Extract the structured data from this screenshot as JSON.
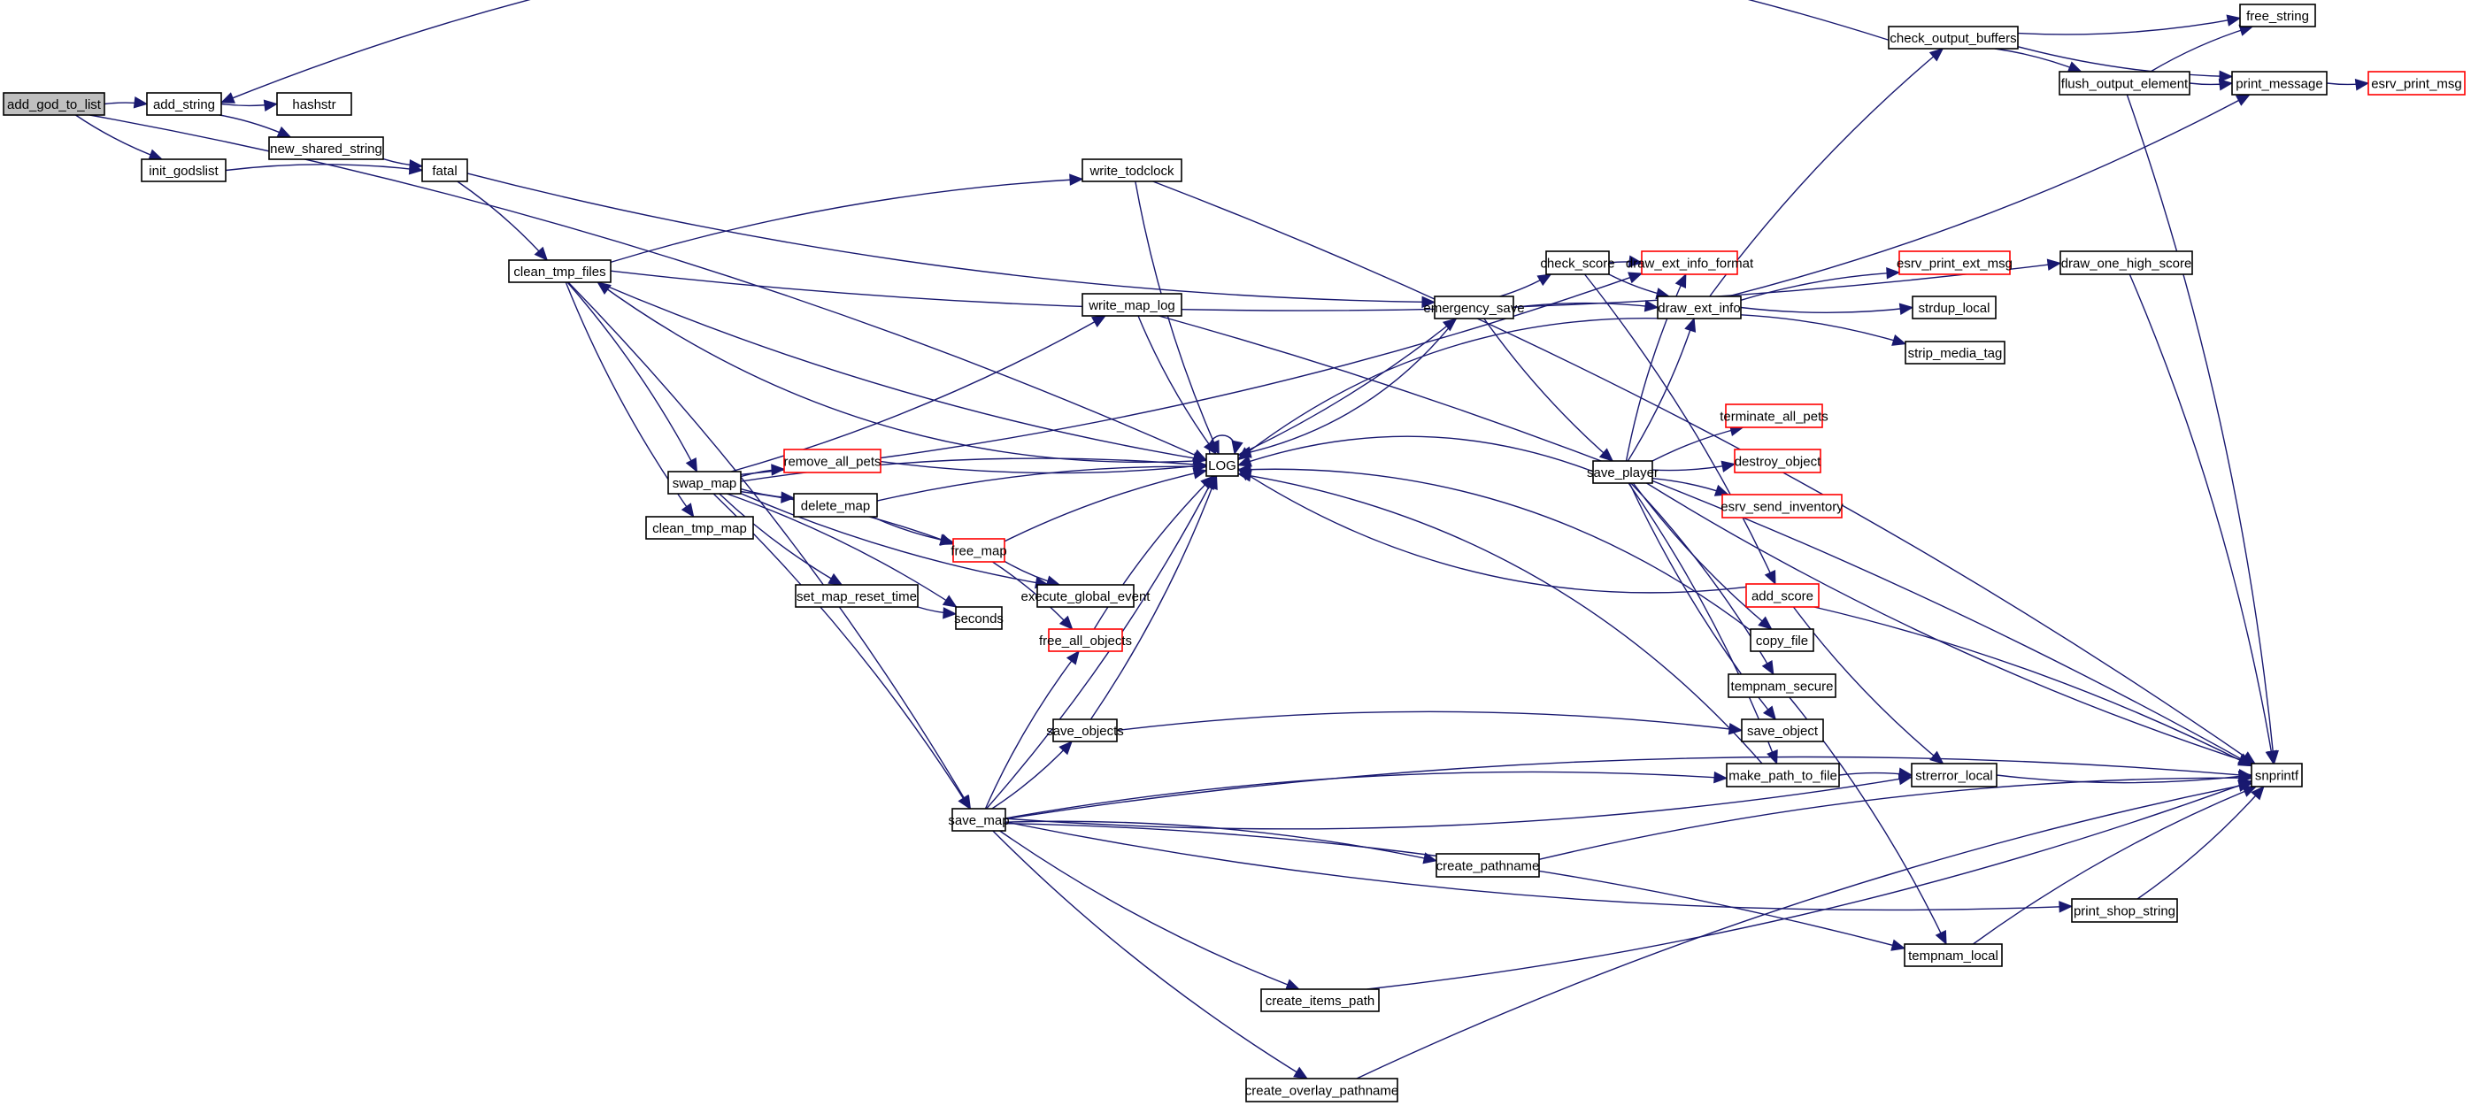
{
  "diagram": {
    "type": "call-graph",
    "root": "add_god_to_list",
    "colors": {
      "edge": "#191970",
      "node_border": "#000000",
      "truncated_border": "#ff0000",
      "root_fill": "#bfbfbf",
      "node_fill": "#ffffff"
    },
    "nodes": [
      {
        "id": "add_god_to_list",
        "label": "add_god_to_list",
        "kind": "root"
      },
      {
        "id": "add_string",
        "label": "add_string",
        "kind": "normal"
      },
      {
        "id": "hashstr",
        "label": "hashstr",
        "kind": "normal"
      },
      {
        "id": "new_shared_string",
        "label": "new_shared_string",
        "kind": "normal"
      },
      {
        "id": "init_godslist",
        "label": "init_godslist",
        "kind": "normal"
      },
      {
        "id": "fatal",
        "label": "fatal",
        "kind": "normal"
      },
      {
        "id": "clean_tmp_files",
        "label": "clean_tmp_files",
        "kind": "normal"
      },
      {
        "id": "swap_map",
        "label": "swap_map",
        "kind": "normal"
      },
      {
        "id": "clean_tmp_map",
        "label": "clean_tmp_map",
        "kind": "normal"
      },
      {
        "id": "write_todclock",
        "label": "write_todclock",
        "kind": "normal"
      },
      {
        "id": "write_map_log",
        "label": "write_map_log",
        "kind": "normal"
      },
      {
        "id": "LOG",
        "label": "LOG",
        "kind": "normal"
      },
      {
        "id": "remove_all_pets",
        "label": "remove_all_pets",
        "kind": "truncated"
      },
      {
        "id": "delete_map",
        "label": "delete_map",
        "kind": "normal"
      },
      {
        "id": "free_map",
        "label": "free_map",
        "kind": "truncated"
      },
      {
        "id": "set_map_reset_time",
        "label": "set_map_reset_time",
        "kind": "normal"
      },
      {
        "id": "seconds",
        "label": "seconds",
        "kind": "normal"
      },
      {
        "id": "execute_global_event",
        "label": "execute_global_event",
        "kind": "normal"
      },
      {
        "id": "free_all_objects",
        "label": "free_all_objects",
        "kind": "truncated"
      },
      {
        "id": "save_objects",
        "label": "save_objects",
        "kind": "normal"
      },
      {
        "id": "save_map",
        "label": "save_map",
        "kind": "normal"
      },
      {
        "id": "emergency_save",
        "label": "emergency_save",
        "kind": "normal"
      },
      {
        "id": "check_score",
        "label": "check_score",
        "kind": "normal"
      },
      {
        "id": "draw_ext_info_format",
        "label": "draw_ext_info_format",
        "kind": "truncated"
      },
      {
        "id": "draw_ext_info",
        "label": "draw_ext_info",
        "kind": "normal"
      },
      {
        "id": "save_player",
        "label": "save_player",
        "kind": "normal"
      },
      {
        "id": "esrv_print_ext_msg",
        "label": "esrv_print_ext_msg",
        "kind": "truncated"
      },
      {
        "id": "strdup_local",
        "label": "strdup_local",
        "kind": "normal"
      },
      {
        "id": "strip_media_tag",
        "label": "strip_media_tag",
        "kind": "normal"
      },
      {
        "id": "terminate_all_pets",
        "label": "terminate_all_pets",
        "kind": "truncated"
      },
      {
        "id": "destroy_object",
        "label": "destroy_object",
        "kind": "truncated"
      },
      {
        "id": "esrv_send_inventory",
        "label": "esrv_send_inventory",
        "kind": "truncated"
      },
      {
        "id": "add_score",
        "label": "add_score",
        "kind": "truncated"
      },
      {
        "id": "copy_file",
        "label": "copy_file",
        "kind": "normal"
      },
      {
        "id": "tempnam_secure",
        "label": "tempnam_secure",
        "kind": "normal"
      },
      {
        "id": "save_object",
        "label": "save_object",
        "kind": "normal"
      },
      {
        "id": "make_path_to_file",
        "label": "make_path_to_file",
        "kind": "normal"
      },
      {
        "id": "strerror_local",
        "label": "strerror_local",
        "kind": "normal"
      },
      {
        "id": "snprintf",
        "label": "snprintf",
        "kind": "normal"
      },
      {
        "id": "create_pathname",
        "label": "create_pathname",
        "kind": "normal"
      },
      {
        "id": "print_shop_string",
        "label": "print_shop_string",
        "kind": "normal"
      },
      {
        "id": "tempnam_local",
        "label": "tempnam_local",
        "kind": "normal"
      },
      {
        "id": "create_items_path",
        "label": "create_items_path",
        "kind": "normal"
      },
      {
        "id": "create_overlay_pathname",
        "label": "create_overlay_pathname",
        "kind": "normal"
      },
      {
        "id": "check_output_buffers",
        "label": "check_output_buffers",
        "kind": "normal"
      },
      {
        "id": "free_string",
        "label": "free_string",
        "kind": "normal"
      },
      {
        "id": "flush_output_element",
        "label": "flush_output_element",
        "kind": "normal"
      },
      {
        "id": "print_message",
        "label": "print_message",
        "kind": "normal"
      },
      {
        "id": "esrv_print_msg",
        "label": "esrv_print_msg",
        "kind": "truncated"
      },
      {
        "id": "draw_one_high_score",
        "label": "draw_one_high_score",
        "kind": "normal"
      }
    ],
    "edges": [
      [
        "add_god_to_list",
        "add_string"
      ],
      [
        "add_god_to_list",
        "init_godslist"
      ],
      [
        "add_god_to_list",
        "LOG"
      ],
      [
        "add_string",
        "hashstr"
      ],
      [
        "add_string",
        "new_shared_string"
      ],
      [
        "new_shared_string",
        "fatal"
      ],
      [
        "init_godslist",
        "fatal"
      ],
      [
        "check_output_buffers",
        "add_string"
      ],
      [
        "fatal",
        "clean_tmp_files"
      ],
      [
        "fatal",
        "emergency_save"
      ],
      [
        "clean_tmp_files",
        "write_todclock"
      ],
      [
        "clean_tmp_files",
        "LOG"
      ],
      [
        "clean_tmp_files",
        "swap_map"
      ],
      [
        "clean_tmp_files",
        "clean_tmp_map"
      ],
      [
        "clean_tmp_files",
        "save_map"
      ],
      [
        "clean_tmp_files",
        "draw_one_high_score"
      ],
      [
        "LOG",
        "clean_tmp_files"
      ],
      [
        "swap_map",
        "write_map_log"
      ],
      [
        "swap_map",
        "LOG"
      ],
      [
        "swap_map",
        "draw_ext_info_format"
      ],
      [
        "swap_map",
        "remove_all_pets"
      ],
      [
        "swap_map",
        "delete_map"
      ],
      [
        "swap_map",
        "free_map"
      ],
      [
        "swap_map",
        "set_map_reset_time"
      ],
      [
        "swap_map",
        "seconds"
      ],
      [
        "swap_map",
        "execute_global_event"
      ],
      [
        "swap_map",
        "save_map"
      ],
      [
        "write_todclock",
        "LOG"
      ],
      [
        "write_todclock",
        "snprintf"
      ],
      [
        "write_map_log",
        "LOG"
      ],
      [
        "write_map_log",
        "snprintf"
      ],
      [
        "remove_all_pets",
        "LOG"
      ],
      [
        "delete_map",
        "LOG"
      ],
      [
        "delete_map",
        "free_map"
      ],
      [
        "free_map",
        "LOG"
      ],
      [
        "free_map",
        "execute_global_event"
      ],
      [
        "free_map",
        "free_all_objects"
      ],
      [
        "set_map_reset_time",
        "seconds"
      ],
      [
        "free_all_objects",
        "LOG"
      ],
      [
        "save_objects",
        "LOG"
      ],
      [
        "save_objects",
        "save_object"
      ],
      [
        "save_map",
        "LOG"
      ],
      [
        "save_map",
        "free_all_objects"
      ],
      [
        "save_map",
        "save_objects"
      ],
      [
        "save_map",
        "make_path_to_file"
      ],
      [
        "save_map",
        "strerror_local"
      ],
      [
        "save_map",
        "create_pathname"
      ],
      [
        "save_map",
        "print_shop_string"
      ],
      [
        "save_map",
        "tempnam_local"
      ],
      [
        "save_map",
        "create_items_path"
      ],
      [
        "save_map",
        "snprintf"
      ],
      [
        "save_map",
        "create_overlay_pathname"
      ],
      [
        "LOG",
        "LOG"
      ],
      [
        "LOG",
        "emergency_save"
      ],
      [
        "emergency_save",
        "LOG"
      ],
      [
        "emergency_save",
        "check_score"
      ],
      [
        "emergency_save",
        "draw_ext_info"
      ],
      [
        "emergency_save",
        "save_player"
      ],
      [
        "check_score",
        "draw_ext_info_format"
      ],
      [
        "check_score",
        "draw_ext_info"
      ],
      [
        "check_score",
        "add_score"
      ],
      [
        "draw_ext_info",
        "LOG"
      ],
      [
        "draw_ext_info",
        "check_output_buffers"
      ],
      [
        "draw_ext_info",
        "print_message"
      ],
      [
        "draw_ext_info",
        "esrv_print_ext_msg"
      ],
      [
        "draw_ext_info",
        "strdup_local"
      ],
      [
        "draw_ext_info",
        "strip_media_tag"
      ],
      [
        "save_player",
        "LOG"
      ],
      [
        "save_player",
        "draw_ext_info_format"
      ],
      [
        "save_player",
        "draw_ext_info"
      ],
      [
        "save_player",
        "terminate_all_pets"
      ],
      [
        "save_player",
        "destroy_object"
      ],
      [
        "save_player",
        "esrv_send_inventory"
      ],
      [
        "save_player",
        "copy_file"
      ],
      [
        "save_player",
        "tempnam_secure"
      ],
      [
        "save_player",
        "save_object"
      ],
      [
        "save_player",
        "make_path_to_file"
      ],
      [
        "save_player",
        "snprintf"
      ],
      [
        "add_score",
        "LOG"
      ],
      [
        "add_score",
        "strerror_local"
      ],
      [
        "add_score",
        "snprintf"
      ],
      [
        "copy_file",
        "LOG"
      ],
      [
        "tempnam_secure",
        "tempnam_local"
      ],
      [
        "make_path_to_file",
        "LOG"
      ],
      [
        "make_path_to_file",
        "strerror_local"
      ],
      [
        "strerror_local",
        "snprintf"
      ],
      [
        "create_pathname",
        "snprintf"
      ],
      [
        "print_shop_string",
        "snprintf"
      ],
      [
        "tempnam_local",
        "snprintf"
      ],
      [
        "create_items_path",
        "snprintf"
      ],
      [
        "create_overlay_pathname",
        "snprintf"
      ],
      [
        "check_output_buffers",
        "free_string"
      ],
      [
        "check_output_buffers",
        "flush_output_element"
      ],
      [
        "check_output_buffers",
        "print_message"
      ],
      [
        "flush_output_element",
        "free_string"
      ],
      [
        "flush_output_element",
        "print_message"
      ],
      [
        "flush_output_element",
        "snprintf"
      ],
      [
        "print_message",
        "esrv_print_msg"
      ],
      [
        "draw_one_high_score",
        "snprintf"
      ]
    ]
  }
}
